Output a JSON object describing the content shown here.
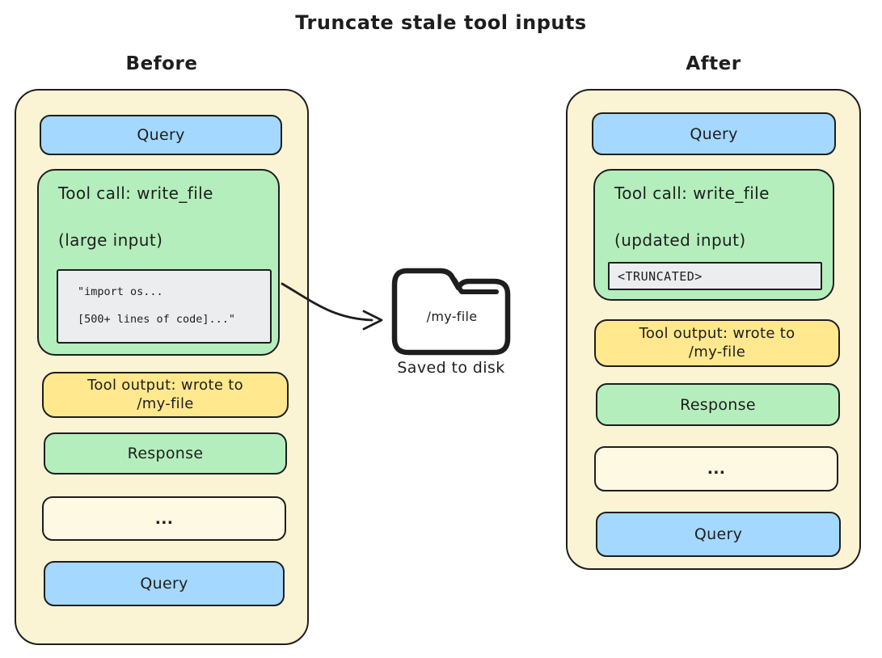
{
  "title": "Truncate stale tool inputs",
  "before": {
    "heading": "Before",
    "query_top": "Query",
    "tool_call_title": "Tool call: write_file",
    "tool_call_subtitle": "(large input)",
    "code_line1": "\"import os...",
    "code_line2": "[500+ lines of code]...\"",
    "tool_output": "Tool output: wrote to /my-file",
    "response": "Response",
    "ellipsis": "...",
    "query_bottom": "Query"
  },
  "after": {
    "heading": "After",
    "query_top": "Query",
    "tool_call_title": "Tool call: write_file",
    "tool_call_subtitle": "(updated input)",
    "truncated_marker": "<TRUNCATED>",
    "tool_output": "Tool output: wrote to /my-file",
    "response": "Response",
    "ellipsis": "...",
    "query_bottom": "Query"
  },
  "disk": {
    "folder_label": "/my-file",
    "caption": "Saved to disk"
  },
  "icons": {
    "folder": "folder-icon",
    "arrow": "curved-arrow-icon"
  },
  "colors": {
    "panel_fill": "#fbf4d4",
    "query_blue": "#a5d8ff",
    "tool_call_green": "#b4eebc",
    "tool_output_yellow": "#ffe88e",
    "ellipsis_cream": "#fdf9e3",
    "code_gray": "#ebedef",
    "stroke": "#1e1e1e",
    "background": "#ffffff"
  }
}
